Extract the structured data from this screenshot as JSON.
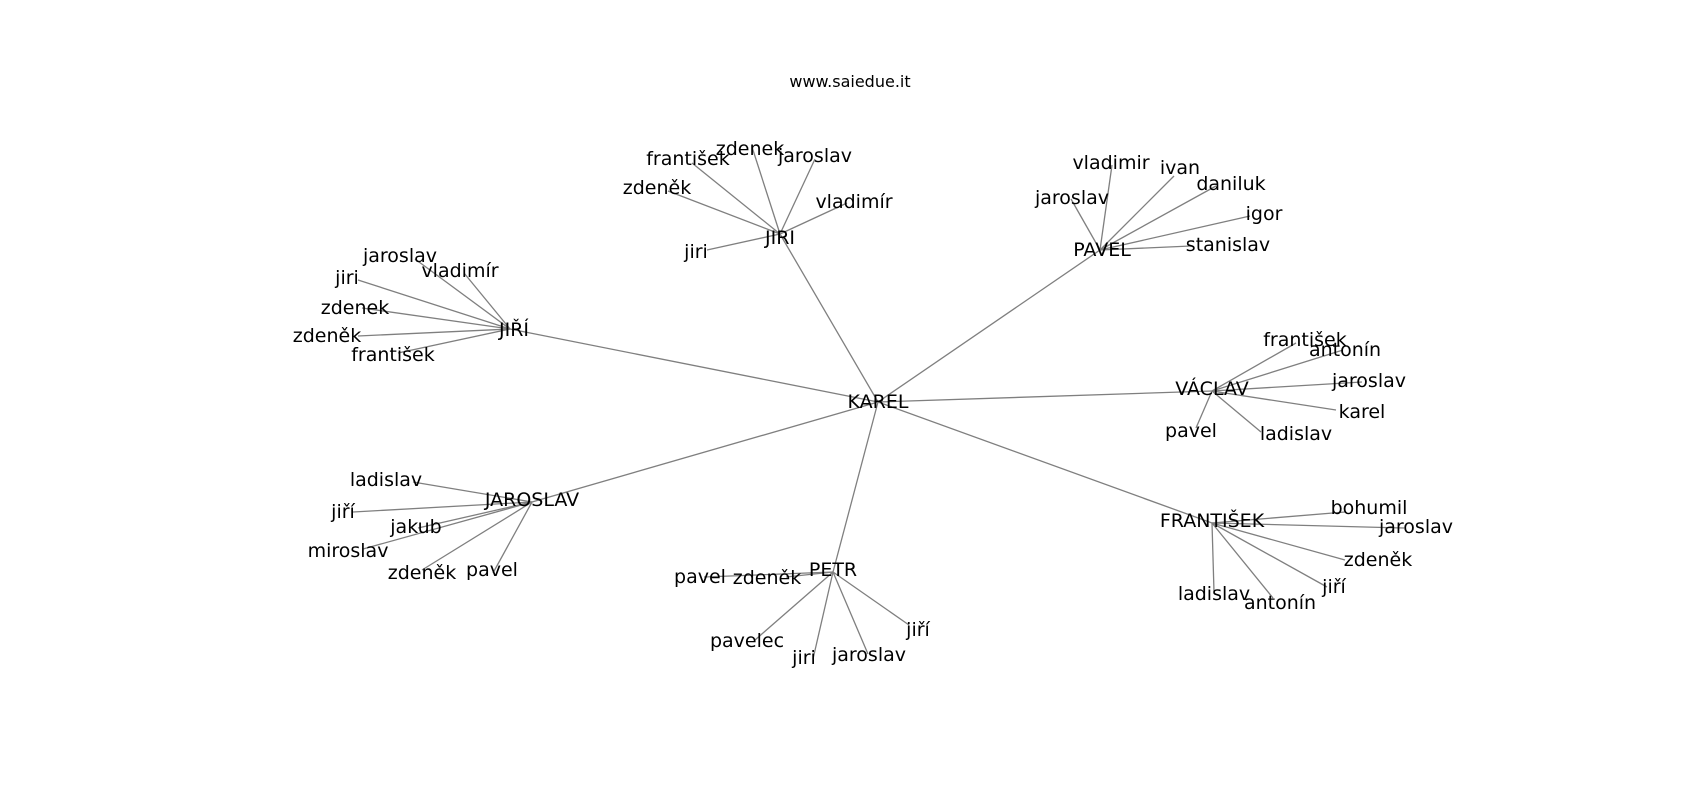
{
  "caption": "www.saiedue.it",
  "graph": {
    "edge_color": "#7f7f7f",
    "root": "KAREL",
    "hubs": [
      {
        "label": "JIRI",
        "leaves": [
          "zdenek",
          "jaroslav",
          "františek",
          "zdeněk",
          "vladimír",
          "jiri"
        ]
      },
      {
        "label": "PAVEL",
        "leaves": [
          "vladimir",
          "ivan",
          "daniluk",
          "jaroslav",
          "igor",
          "stanislav"
        ]
      },
      {
        "label": "JIŘÍ",
        "leaves": [
          "jaroslav",
          "vladimír",
          "jiri",
          "zdenek",
          "zdeněk",
          "františek"
        ]
      },
      {
        "label": "VÁCLAV",
        "leaves": [
          "františek",
          "antonín",
          "jaroslav",
          "karel",
          "pavel",
          "ladislav"
        ]
      },
      {
        "label": "JAROSLAV",
        "leaves": [
          "ladislav",
          "jiří",
          "jakub",
          "miroslav",
          "zdeněk",
          "pavel"
        ]
      },
      {
        "label": "FRANTIŠEK",
        "leaves": [
          "bohumil",
          "jaroslav",
          "zdeněk",
          "jiří",
          "ladislav",
          "antonín"
        ]
      },
      {
        "label": "PETR",
        "leaves": [
          "pavel",
          "zdeněk",
          "pavelec",
          "jiri",
          "jaroslav",
          "jiří"
        ]
      }
    ]
  }
}
